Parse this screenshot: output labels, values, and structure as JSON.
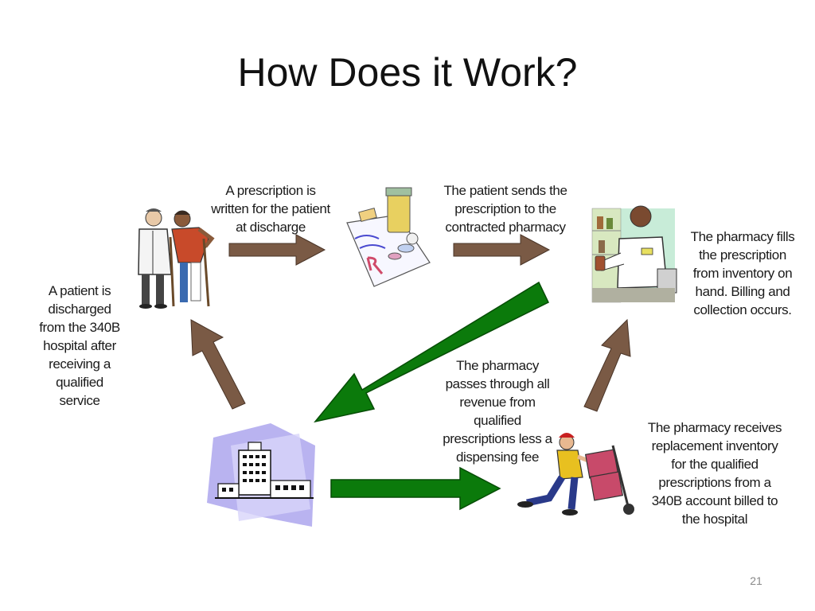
{
  "slide": {
    "title": "How Does it Work?",
    "page_number": "21"
  },
  "steps": {
    "discharge": [
      "A patient is",
      "discharged",
      "from the 340B",
      "hospital after",
      "receiving a",
      "qualified",
      "service"
    ],
    "prescription": [
      "A prescription is",
      "written for the patient",
      "at discharge"
    ],
    "send": [
      "The patient sends the",
      "prescription to the",
      "contracted pharmacy"
    ],
    "fill": [
      "The pharmacy fills",
      "the prescription",
      "from inventory on",
      "hand.  Billing and",
      "collection occurs."
    ],
    "revenue": [
      "The pharmacy",
      "passes through all",
      "revenue from",
      "qualified",
      "prescriptions less a",
      "dispensing fee"
    ],
    "replacement": [
      "The pharmacy receives",
      "replacement inventory",
      "for the qualified",
      "prescriptions from a",
      "340B account billed to",
      "the hospital"
    ]
  },
  "icons": {
    "doctor_patient": "doctor-patient-icon",
    "prescription": "prescription-icon",
    "pharmacist": "pharmacist-icon",
    "hospital": "hospital-icon",
    "delivery": "delivery-worker-icon"
  },
  "colors": {
    "brown_arrow": "#7a5a45",
    "green_arrow": "#0b7a0b",
    "hospital_bg": "#b9b3f0"
  }
}
